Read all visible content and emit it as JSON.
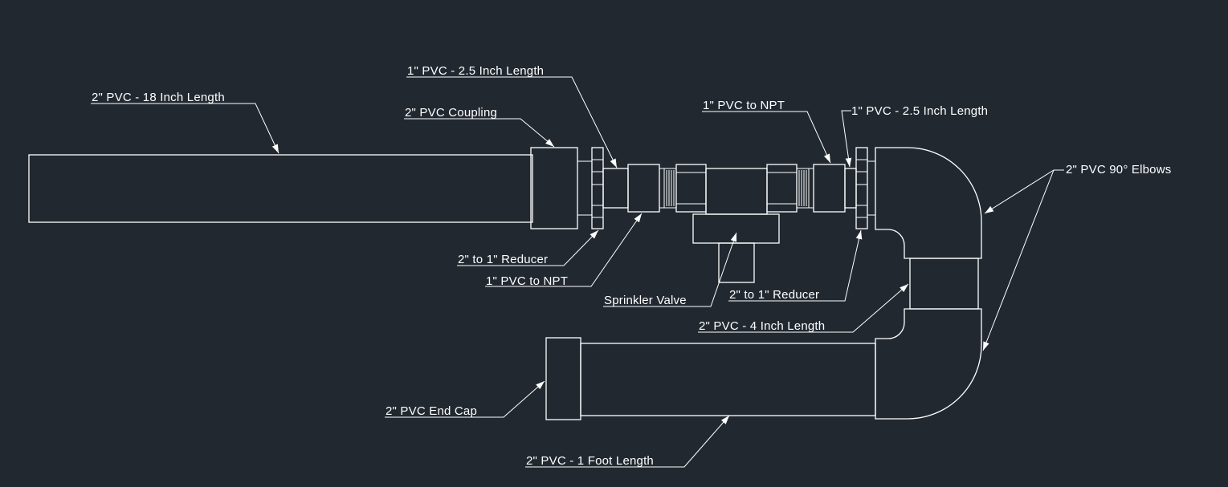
{
  "background_color": "#212830",
  "line_color": "#ffffff",
  "labels": {
    "pvc_18_inch": "2\" PVC - 18 Inch Length",
    "pvc_coupling": "2\" PVC Coupling",
    "pvc_1_25_left": "1\" PVC - 2.5 Inch Length",
    "pvc_to_npt_top": "1\" PVC to NPT",
    "pvc_1_25_right": "1\" PVC - 2.5 Inch Length",
    "elbows": "2\" PVC 90° Elbows",
    "reducer_left": "2\" to 1\" Reducer",
    "pvc_to_npt_bottom": "1\" PVC to NPT",
    "sprinkler_valve": "Sprinkler Valve",
    "reducer_right": "2\" to 1\" Reducer",
    "pvc_4_inch": "2\" PVC - 4 Inch Length",
    "end_cap": "2\" PVC End Cap",
    "pvc_1_foot": "2\" PVC - 1 Foot Length"
  }
}
